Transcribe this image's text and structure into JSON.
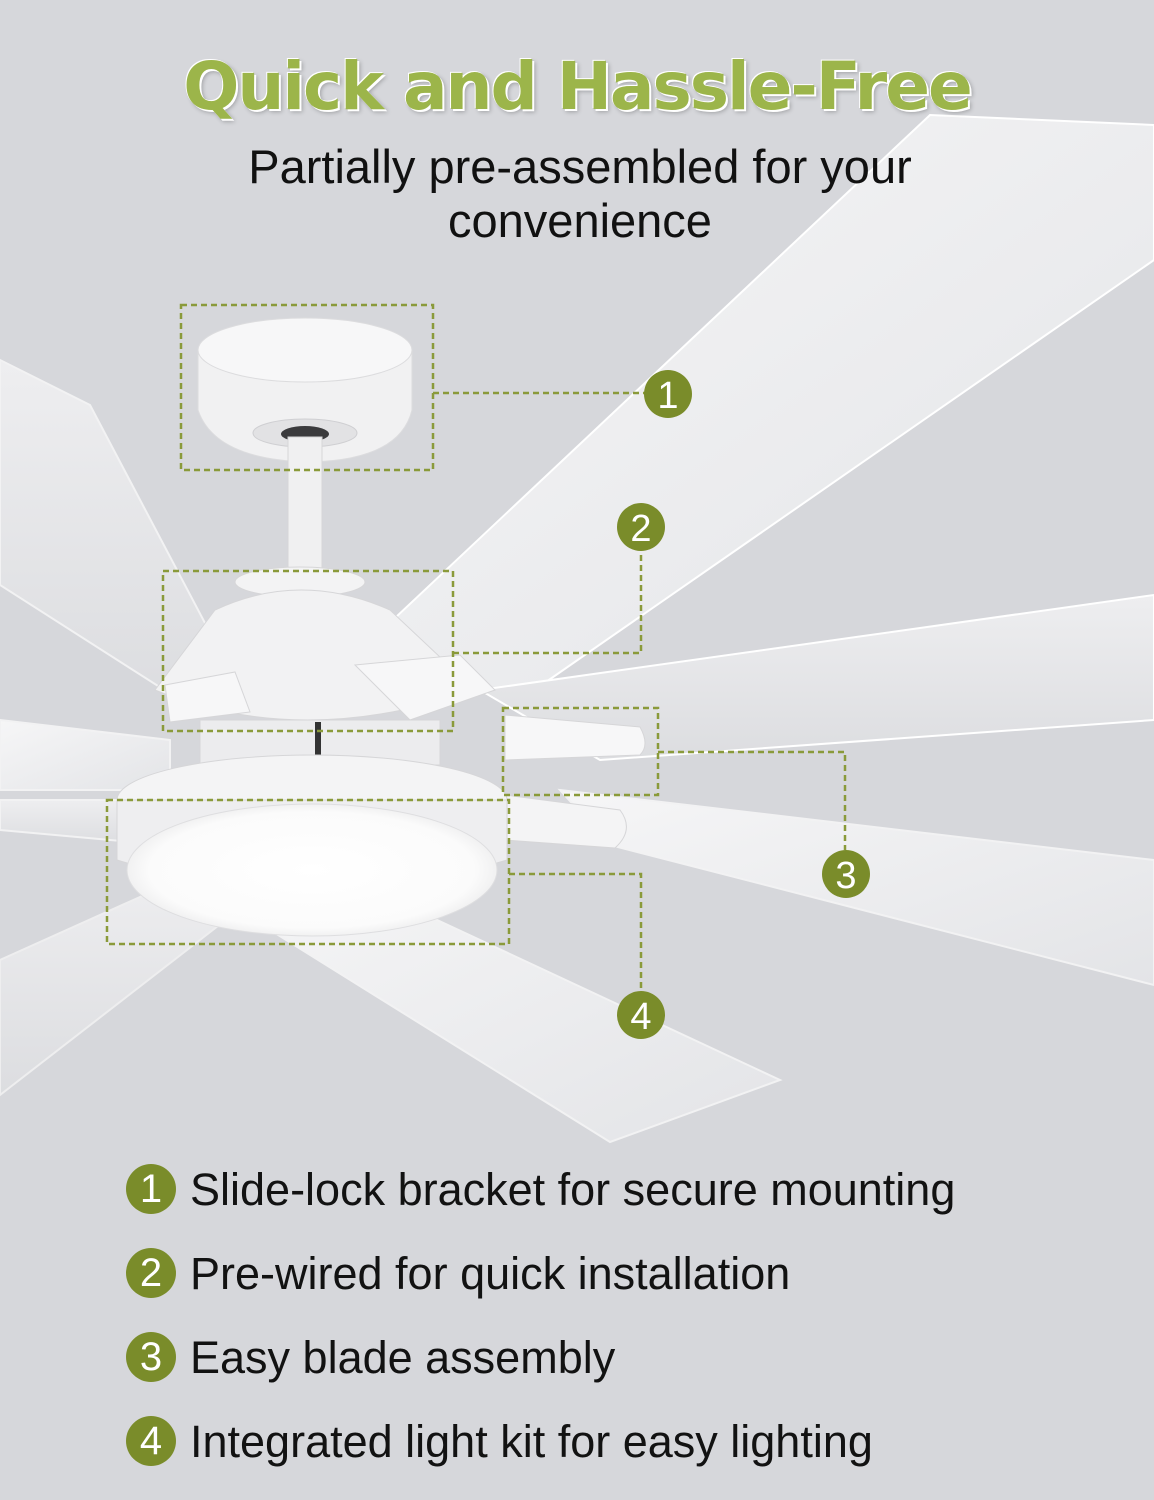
{
  "header": {
    "title": "Quick and Hassle-Free",
    "subtitle": "Partially pre-assembled for your convenience"
  },
  "callouts": [
    "1",
    "2",
    "3",
    "4"
  ],
  "features": [
    {
      "number": "1",
      "text": "Slide-lock bracket for secure mounting"
    },
    {
      "number": "2",
      "text": "Pre-wired for quick installation"
    },
    {
      "number": "3",
      "text": "Easy blade assembly"
    },
    {
      "number": "4",
      "text": "Integrated light kit for easy lighting"
    }
  ],
  "colors": {
    "accent": "#9cb54a",
    "badge": "#7a8c2a",
    "background": "#d6d7db"
  }
}
